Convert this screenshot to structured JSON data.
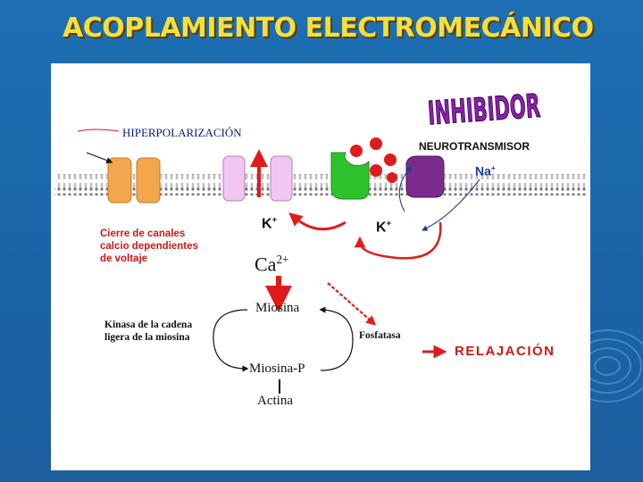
{
  "slide": {
    "title": "ACOPLAMIENTO ELECTROMECÁNICO"
  },
  "labels": {
    "inhibitor": "INHIBIDOR",
    "hyperpolarization": "HIPERPOLARIZACIÓN",
    "neurotransmitter": "NEUROTRANSMISOR",
    "sodium": "Na+",
    "potassium_left": "K+",
    "potassium_right": "K+",
    "calcium_channel_closure": "Cierre de canales calcio dependientes de voltaje",
    "calcium": "Ca2+",
    "myosin": "Miosina",
    "myosin_light_chain_kinase": "Kinasa de la cadena ligera de la miosina",
    "phosphatase": "Fosfatasa",
    "myosin_p": "Miosina-P",
    "actin": "Actina",
    "relaxation": "RELAJACIÓN"
  },
  "colors": {
    "title": "#f6df3a",
    "orange_channel": "#f3a74c",
    "pink_channel": "#f1c6f0",
    "green_receptor": "#2fc22f",
    "purple_receptor": "#7a2b8c",
    "red_arrow": "#e01b1b",
    "dark_blue_text": "#001a66",
    "red_text": "#d01818",
    "panel_background": "#ffffff",
    "slide_background": "#1d6fb3"
  },
  "icons": {
    "membrane": "lipid-bilayer",
    "neurotransmitter_molecules": "red-dots",
    "decoration": "concentric-ripple"
  }
}
